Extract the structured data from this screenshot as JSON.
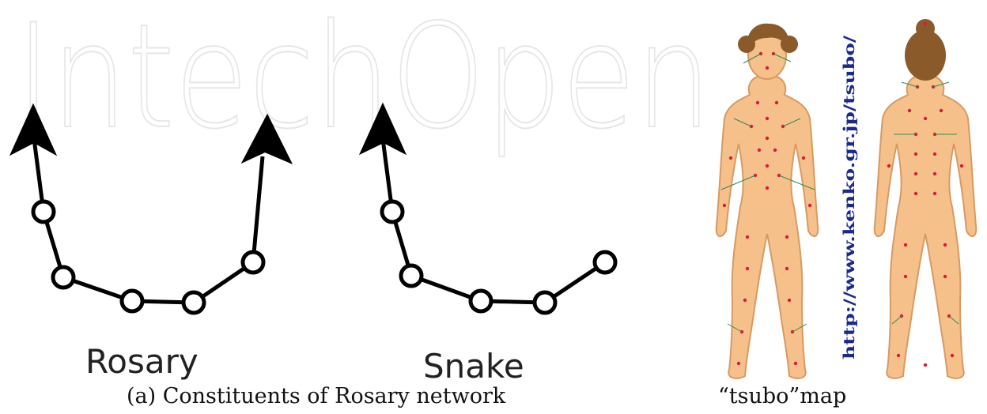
{
  "watermark": "IntechOpen",
  "rosary": {
    "label": "Rosary"
  },
  "snake": {
    "label": "Snake"
  },
  "caption_left": "(a) Constituents of Rosary network",
  "caption_right": "“tsubo”map",
  "tsubo": {
    "url": "http://www.kenko.gr.jp/tsubo/"
  },
  "colors": {
    "node_stroke": "#000000",
    "skin": "#f6c08a",
    "skin_edge": "#d79a62",
    "hair": "#8a5a2a",
    "acupoint": "#d81b3a",
    "label_line": "#2e8b57",
    "url_text": "#1a2a8c",
    "watermark": "#e6e6e6"
  }
}
